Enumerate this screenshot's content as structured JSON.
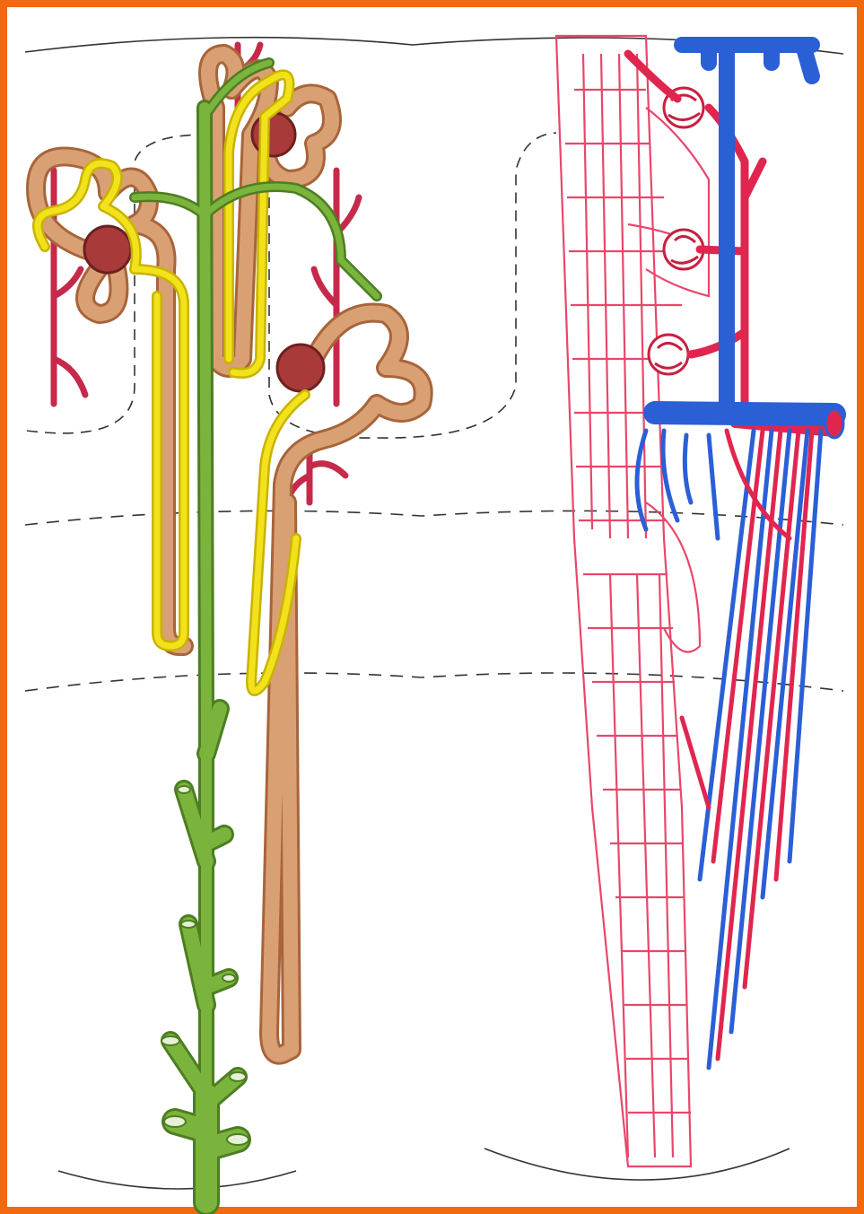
{
  "figure": {
    "type": "anatomical-illustration",
    "subject": "nephron-and-renal-vasculature",
    "colors": {
      "border": "#f26a10",
      "proximal_tubule": "#d9a074",
      "proximal_tubule_edge": "#a8643a",
      "distal_tubule": "#f2e21c",
      "distal_tubule_edge": "#c9b300",
      "collecting_duct": "#7ab43c",
      "collecting_duct_edge": "#4d7e22",
      "glomerulus": "#a83a3a",
      "artery": "#e0264f",
      "vein": "#2b5fd6",
      "capillary_net": "#e8476b",
      "zone_lines": "#333333"
    },
    "panels": [
      {
        "id": "nephrons",
        "icon": "nephron-icon"
      },
      {
        "id": "blood-supply",
        "icon": "blood-vessel-icon"
      }
    ]
  }
}
